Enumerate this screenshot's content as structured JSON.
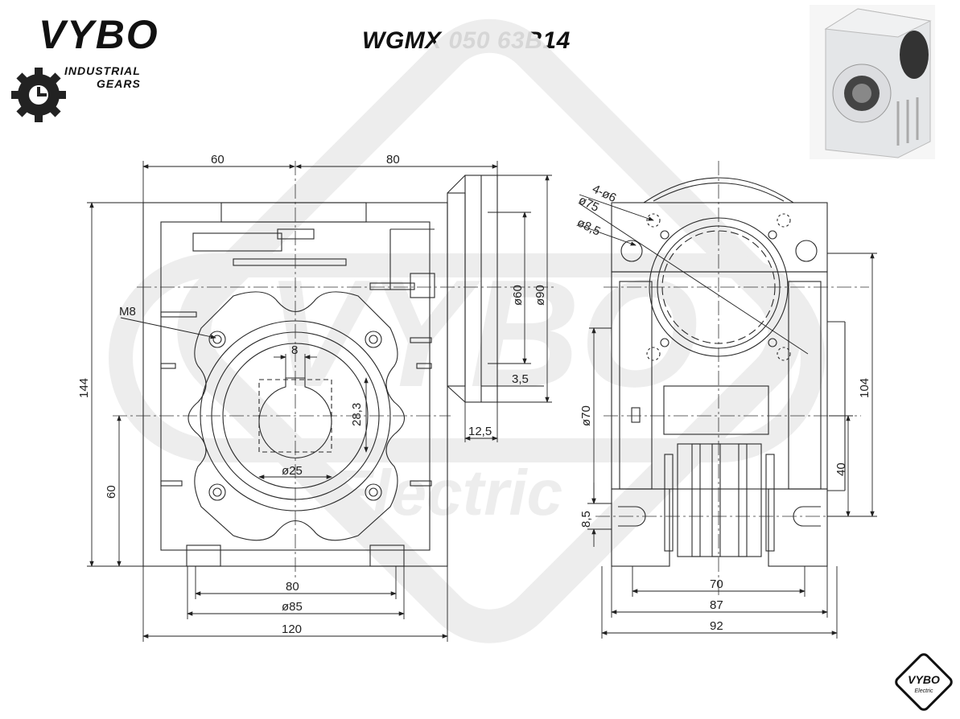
{
  "header": {
    "brand": "VYBO",
    "brand_line1": "INDUSTRIAL",
    "brand_line2": "GEARS",
    "title": "WGMX 050 63B14"
  },
  "watermark": {
    "text1": "VYBO",
    "text2": "Electric"
  },
  "front_view": {
    "dims": {
      "d60": "60",
      "d80_top": "80",
      "d144": "144",
      "d60_left": "60",
      "m8": "M8",
      "d8": "8",
      "d28_3": "28,3",
      "d25": "ø25",
      "d80_bottom": "80",
      "d85": "ø85",
      "d120": "120"
    }
  },
  "flange_view": {
    "dims": {
      "d60": "ø60",
      "d90": "ø90",
      "d3_5": "3,5",
      "d12_5": "12,5"
    }
  },
  "side_view": {
    "dims": {
      "holes": "4-ø6",
      "d75": "ø75",
      "d8_5": "ø8,5",
      "d104": "104",
      "d70_vert": "ø70",
      "d40": "40",
      "d8_5_vert": "8,5",
      "d70": "70",
      "d87": "87",
      "d92": "92"
    }
  },
  "badge": {
    "brand": "VYBO",
    "sub": "Electric"
  },
  "colors": {
    "line": "#2a2a2a",
    "watermark": "#ececec",
    "accent": "#d11"
  }
}
